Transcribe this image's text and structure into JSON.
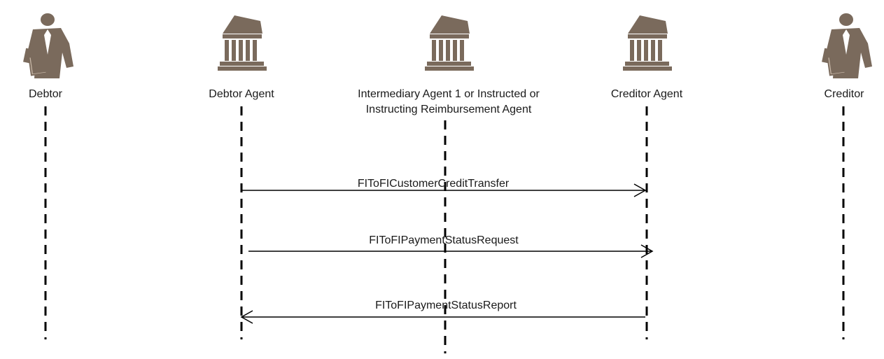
{
  "icon_color": "#7a6a5c",
  "participants": [
    {
      "id": "debtor",
      "icon": "person-icon",
      "label_lines": [
        "Debtor"
      ]
    },
    {
      "id": "debtor-agent",
      "icon": "bank-icon",
      "label_lines": [
        "Debtor Agent"
      ]
    },
    {
      "id": "intermediary-agent",
      "icon": "bank-icon",
      "label_lines": [
        "Intermediary Agent 1 or Instructed or",
        "Instructing Reimbursement  Agent"
      ]
    },
    {
      "id": "creditor-agent",
      "icon": "bank-icon",
      "label_lines": [
        "Creditor Agent"
      ]
    },
    {
      "id": "creditor",
      "icon": "person-icon",
      "label_lines": [
        "Creditor"
      ]
    }
  ],
  "messages": [
    {
      "id": "msg-1",
      "from": "debtor-agent",
      "to": "creditor-agent",
      "label": "FIToFICustomerCreditTransfer"
    },
    {
      "id": "msg-2",
      "from": "debtor-agent",
      "to": "creditor-agent",
      "label": "FIToFIPaymentStatusRequest"
    },
    {
      "id": "msg-3",
      "from": "creditor-agent",
      "to": "debtor-agent",
      "label": "FIToFIPaymentStatusReport"
    }
  ]
}
